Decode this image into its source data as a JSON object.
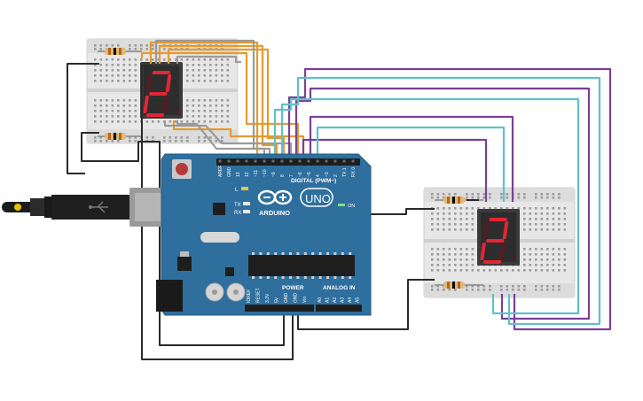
{
  "board": {
    "brand": "ARDUINO",
    "model": "UNO",
    "digital_label": "DIGITAL (PWM~)",
    "power_label": "POWER",
    "analog_label": "ANALOG IN",
    "on_label": "ON",
    "l_label": "L",
    "tx_label": "TX",
    "rx_label": "RX",
    "digital_pins": [
      "AREF",
      "GND",
      "13",
      "12",
      "~11",
      "~10",
      "~9",
      "8",
      "7",
      "~6",
      "~5",
      "4",
      "~3",
      "2",
      "TX 1",
      "RX 0"
    ],
    "power_pins": [
      "IOREF",
      "RESET",
      "3.3V",
      "5V",
      "GND",
      "GND",
      "Vin"
    ],
    "analog_pins": [
      "A0",
      "A1",
      "A2",
      "A3",
      "A4",
      "A5"
    ]
  },
  "displays": [
    {
      "digit": "2"
    },
    {
      "digit": "2"
    }
  ],
  "colors": {
    "board": "#2e6f9e",
    "orange_wire": "#e69a2e",
    "gray_wire": "#9a9a9a",
    "purple_wire": "#7b3f98",
    "teal_wire": "#5fc1c8",
    "black_wire": "#2a2a2a",
    "segment_on": "#e32636",
    "segment_off": "#5a1a1f"
  }
}
